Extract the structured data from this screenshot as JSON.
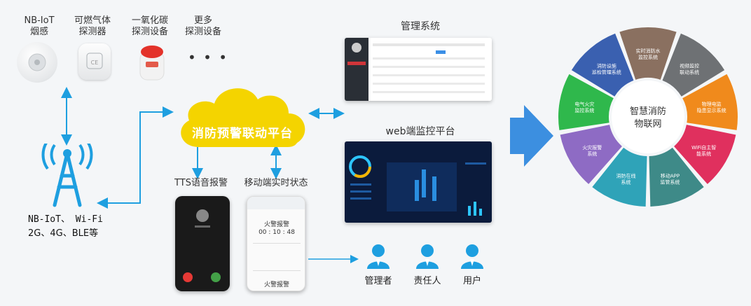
{
  "devices": {
    "smoke": "NB-IoT\n烟感",
    "gas": "可燃气体\n探测器",
    "co": "一氧化碳\n探测设备",
    "more": "更多\n探测设备",
    "more_dots": "• • •"
  },
  "network": {
    "line1": "NB-IoT、 Wi-Fi",
    "line2": "2G、4G、BLE等"
  },
  "cloud": {
    "label": "消防预警联动平台"
  },
  "mgmt": {
    "title": "管理系统"
  },
  "web": {
    "title": "web端监控平台"
  },
  "tts": {
    "title": "TTS语音报警"
  },
  "mobile": {
    "title": "移动端实时状态",
    "card1": "火警报警",
    "card2": "火警报警",
    "time_text": "00 : 10 : 48"
  },
  "roles": [
    {
      "label": "管理者"
    },
    {
      "label": "责任人"
    },
    {
      "label": "用户"
    }
  ],
  "wheel": {
    "center_line1": "智慧消防",
    "center_line2": "物联网",
    "segments": [
      {
        "label1": "实时消防水",
        "label2": "监控系统",
        "color": "#8a7060"
      },
      {
        "label1": "视频监控",
        "label2": "联动系统",
        "color": "#6e7174"
      },
      {
        "label1": "物理电监",
        "label2": "隐患显示系统",
        "color": "#f08a1c"
      },
      {
        "label1": "WiFi自主智",
        "label2": "能系统",
        "color": "#e0305e"
      },
      {
        "label1": "移动APP",
        "label2": "监管系统",
        "color": "#3e8a88"
      },
      {
        "label1": "消防在线",
        "label2": "系统",
        "color": "#2fa3b8"
      },
      {
        "label1": "火灾报警",
        "label2": "系统",
        "color": "#8e6bc4"
      },
      {
        "label1": "电气火灾",
        "label2": "监控系统",
        "color": "#2fb84c"
      },
      {
        "label1": "消防设施",
        "label2": "巡检管理系统",
        "color": "#3a60b0"
      }
    ]
  }
}
